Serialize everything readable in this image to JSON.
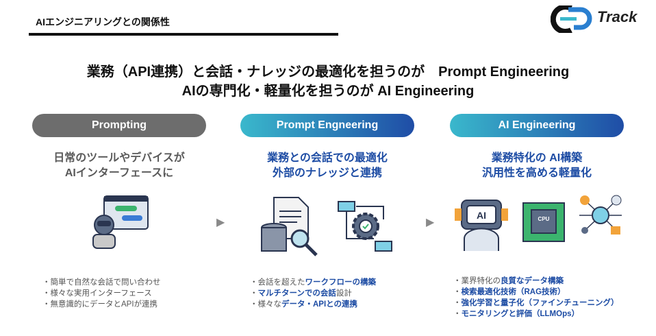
{
  "header": {
    "title": "AIエンジニアリングとの関係性",
    "logo_text": "Track"
  },
  "headline": {
    "line1": "業務（API連携）と会話・ナレッジの最適化を担うのが　Prompt Engineering",
    "line2": "AIの専門化・軽量化を担うのが AI Engineering"
  },
  "columns": [
    {
      "label": "Prompting",
      "sub1": "日常のツールやデバイスが",
      "sub2": "AIインターフェースに",
      "bullets": [
        [
          {
            "t": "・簡単で自然な会話で問い合わせ"
          }
        ],
        [
          {
            "t": "・様々な実用インターフェース"
          }
        ],
        [
          {
            "t": "・無意識的にデータとAPIが連携"
          }
        ]
      ]
    },
    {
      "label": "Prompt Engneering",
      "sub1": "業務との会話での最適化",
      "sub2": "外部のナレッジと連携",
      "bullets": [
        [
          {
            "t": "・会話を超えた"
          },
          {
            "t": "ワークフローの構築",
            "b": 1
          }
        ],
        [
          {
            "t": "・"
          },
          {
            "t": "マルチターンでの会話",
            "b": 1
          },
          {
            "t": "設計"
          }
        ],
        [
          {
            "t": "・様々な"
          },
          {
            "t": "データ・APIとの連携",
            "b": 1
          }
        ]
      ]
    },
    {
      "label": "AI Engineering",
      "sub1": "業務特化の AI構築",
      "sub2": "汎用性を高める軽量化",
      "bullets": [
        [
          {
            "t": "・業界特化の"
          },
          {
            "t": "良質なデータ構築",
            "b": 1
          }
        ],
        [
          {
            "t": "・"
          },
          {
            "t": "検索最適化技術（RAG技術）",
            "b": 1
          }
        ],
        [
          {
            "t": "・"
          },
          {
            "t": "強化学習と量子化（ファインチューニング）",
            "b": 1
          }
        ],
        [
          {
            "t": "・"
          },
          {
            "t": "モニタリングと評価（LLMOps）",
            "b": 1
          }
        ]
      ]
    }
  ],
  "arrow": "▶",
  "icons": {
    "ai_chip": "AI",
    "cpu": "CPU"
  },
  "colors": {
    "gray_pill": "#6d6d6d",
    "gradient_start": "#3ab8cc",
    "gradient_end": "#1f4da6",
    "accent_text": "#1d4ca4"
  }
}
